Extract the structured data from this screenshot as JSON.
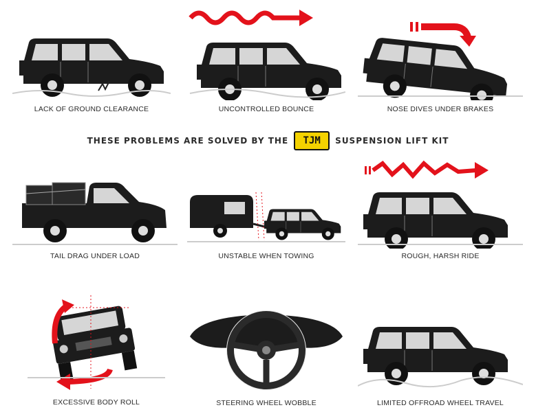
{
  "banner": {
    "before": "THESE PROBLEMS ARE SOLVED BY THE",
    "logo_text": "TJM",
    "after": "SUSPENSION LIFT KIT"
  },
  "captions": {
    "p1": "LACK OF GROUND CLEARANCE",
    "p2": "UNCONTROLLED BOUNCE",
    "p3": "NOSE DIVES UNDER BRAKES",
    "p4": "TAIL DRAG UNDER LOAD",
    "p5": "UNSTABLE WHEN TOWING",
    "p6": "ROUGH, HARSH RIDE",
    "p7": "EXCESSIVE BODY ROLL",
    "p8": "STEERING WHEEL WOBBLE",
    "p9": "LIMITED OFFROAD WHEEL TRAVEL"
  },
  "colors": {
    "vehicle": "#1c1c1c",
    "arrow": "#e3121b",
    "logo_bg": "#f4d200"
  }
}
